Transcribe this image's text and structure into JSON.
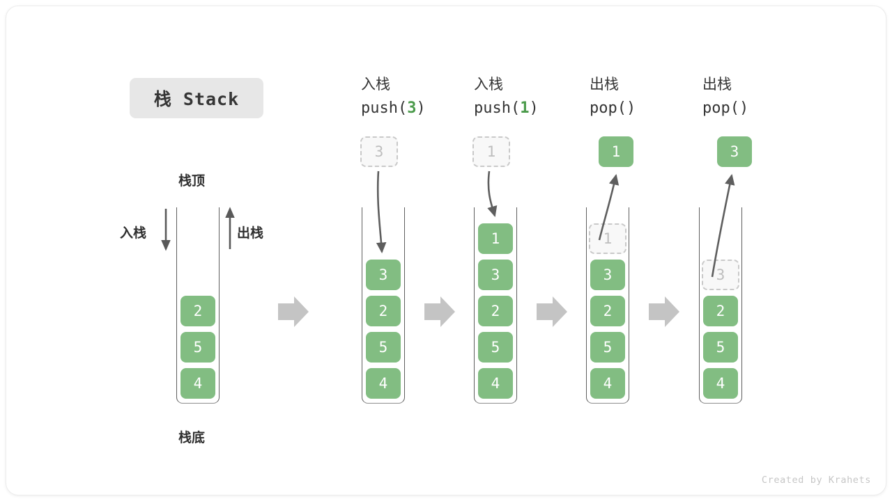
{
  "title_badge": "栈 Stack",
  "labels": {
    "top": "栈顶",
    "bottom": "栈底",
    "push_side": "入栈",
    "pop_side": "出栈"
  },
  "credit": "Created by Krahets",
  "colors": {
    "element_green": "#82bd82",
    "ghost_fill": "#f8f8f8",
    "ghost_border": "#c9c9c9",
    "arrow_gray": "#5e5e5e",
    "block_arrow_gray": "#c4c4c4",
    "badge_bg": "#e7e7e7",
    "accent_green_text": "#4a9a4a"
  },
  "columns": [
    {
      "id": "initial",
      "head_cn": "",
      "head_fn_prefix": "",
      "head_fn_arg": "",
      "head_fn_suffix": "",
      "stack": [
        "2",
        "5",
        "4"
      ],
      "ghost": null,
      "floating": null
    },
    {
      "id": "push-3",
      "head_cn": "入栈",
      "head_fn_prefix": "push(",
      "head_fn_arg": "3",
      "head_fn_suffix": ")",
      "stack": [
        "3",
        "2",
        "5",
        "4"
      ],
      "ghost": "3",
      "ghost_position": "outside-top",
      "floating": null
    },
    {
      "id": "push-1",
      "head_cn": "入栈",
      "head_fn_prefix": "push(",
      "head_fn_arg": "1",
      "head_fn_suffix": ")",
      "stack": [
        "1",
        "3",
        "2",
        "5",
        "4"
      ],
      "ghost": "1",
      "ghost_position": "outside-top",
      "floating": null
    },
    {
      "id": "pop-1",
      "head_cn": "出栈",
      "head_fn_prefix": "pop(",
      "head_fn_arg": "",
      "head_fn_suffix": ")",
      "stack": [
        "3",
        "2",
        "5",
        "4"
      ],
      "ghost": "1",
      "ghost_position": "in-stack-top",
      "floating": "1"
    },
    {
      "id": "pop-3",
      "head_cn": "出栈",
      "head_fn_prefix": "pop(",
      "head_fn_arg": "",
      "head_fn_suffix": ")",
      "stack": [
        "2",
        "5",
        "4"
      ],
      "ghost": "3",
      "ghost_position": "in-stack-top",
      "floating": "3"
    }
  ]
}
